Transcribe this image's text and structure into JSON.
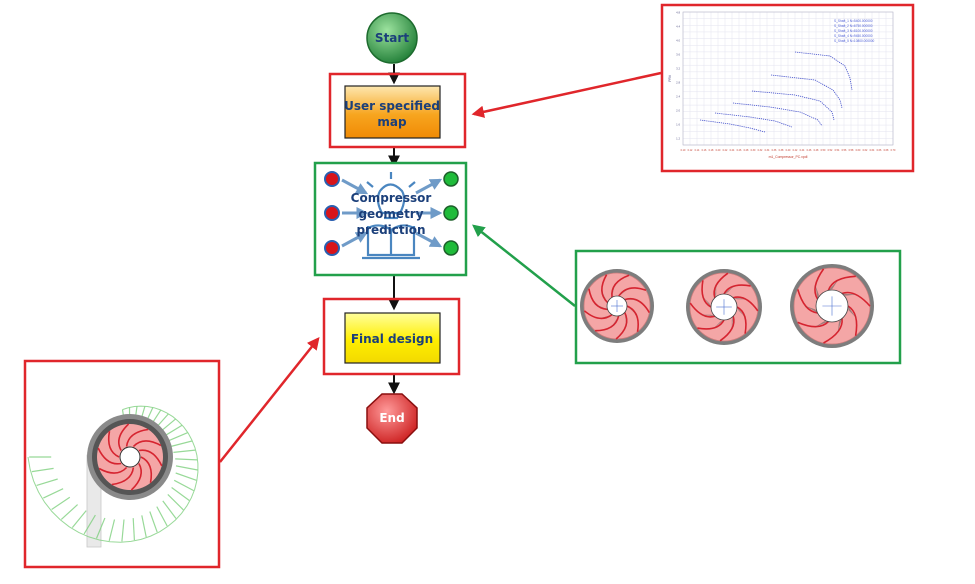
{
  "flow": {
    "start": "Start",
    "map": [
      "User specified",
      "map"
    ],
    "predict": [
      "Compressor",
      "geometry",
      "prediction"
    ],
    "final": "Final design",
    "end": "End"
  },
  "colors": {
    "red_frame": "#e0262b",
    "green_frame": "#22a04b",
    "start_fill": "#2e9b47",
    "end_fill": "#e02b2b",
    "map_fill": "#f6a01c",
    "final_fill": "#ffee00",
    "impeller_pink": "#f4a6a6",
    "impeller_red": "#d62430",
    "volute_green": "#7fd07f",
    "label_blue": "#2a6fb3"
  },
  "map_chart": {
    "legend": [
      "S_Shaft_1 N=5400.000000",
      "S_Shaft_2 N=6750.000000",
      "S_Shaft_3 N=8100.000000",
      "S_Shaft_4 N=9450.000000",
      "S_Shaft_5 N=10800.000000"
    ],
    "y_ticks": [
      "4.8",
      "4.6",
      "4.4",
      "4.2",
      "4.0",
      "3.8",
      "3.6",
      "3.4",
      "3.2",
      "3.0",
      "2.8",
      "2.6",
      "2.4",
      "2.2",
      "2.0",
      "1.8",
      "1.6",
      "1.4",
      "1.2",
      "1.0"
    ],
    "x_ticks": [
      "0.10",
      "0.12",
      "0.14",
      "0.16",
      "0.18",
      "0.20",
      "0.22",
      "0.24",
      "0.26",
      "0.28",
      "0.30",
      "0.32",
      "0.34",
      "0.36",
      "0.38",
      "0.40",
      "0.42",
      "0.44",
      "0.46",
      "0.48",
      "0.50",
      "0.52",
      "0.54",
      "0.56",
      "0.58",
      "0.60",
      "0.62",
      "0.64",
      "0.66",
      "0.68",
      "0.70"
    ],
    "xlabel": "m1_Compressor_PC.xpdl",
    "ylabel": "PRtt"
  }
}
